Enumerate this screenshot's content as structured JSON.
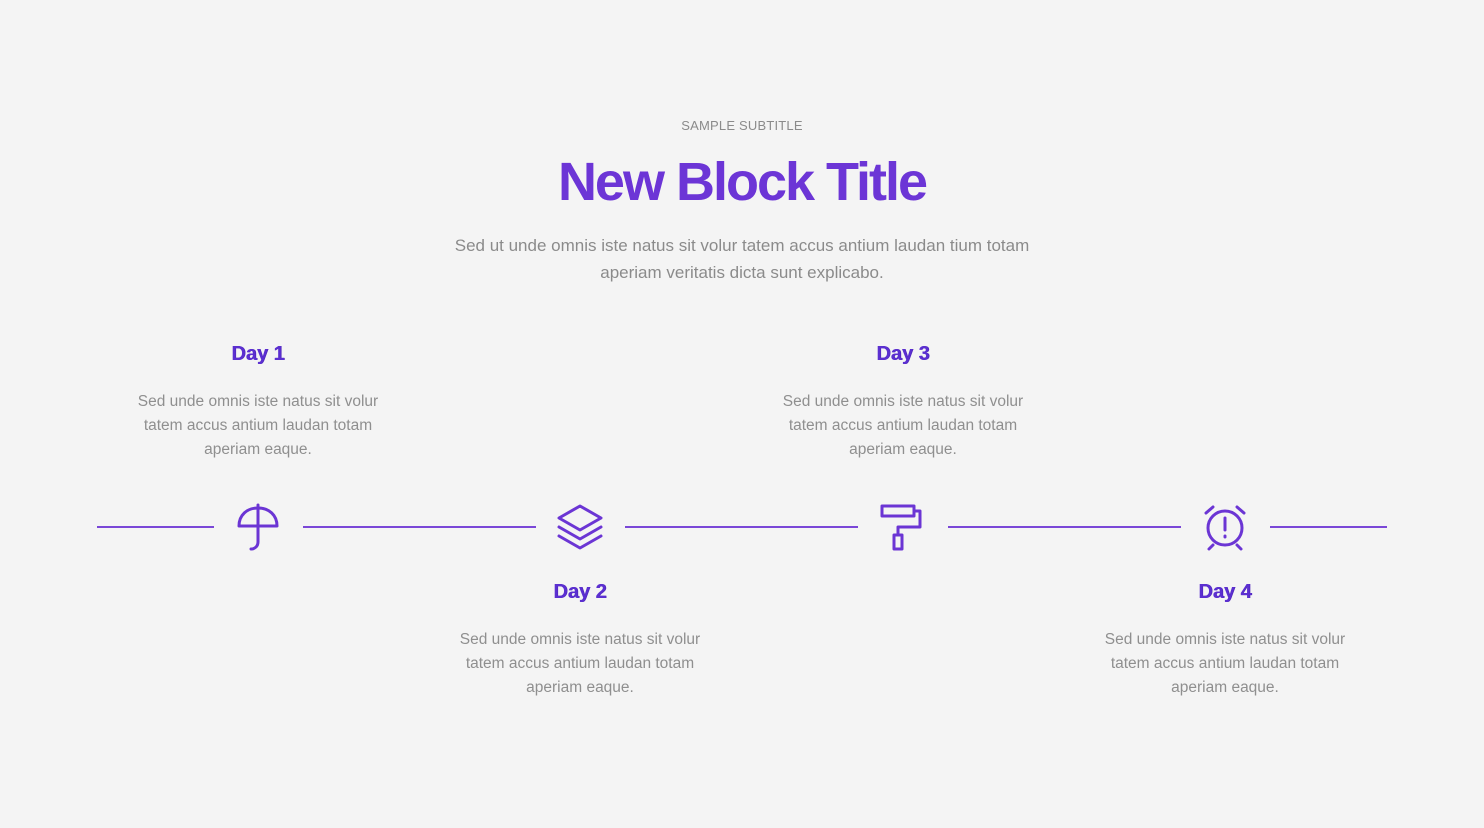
{
  "header": {
    "subtitle": "SAMPLE SUBTITLE",
    "title": "New Block Title",
    "lead": "Sed ut unde omnis iste natus sit volur tatem accus antium laudan tium totam aperiam veritatis dicta sunt explicabo."
  },
  "timeline": [
    {
      "title": "Day 1",
      "text": "Sed unde omnis iste natus sit volur tatem accus antium laudan totam aperiam eaque.",
      "icon": "umbrella-icon"
    },
    {
      "title": "Day 2",
      "text": "Sed unde omnis iste natus sit volur tatem accus antium laudan totam aperiam eaque.",
      "icon": "layers-icon"
    },
    {
      "title": "Day 3",
      "text": "Sed unde omnis iste natus sit volur tatem accus antium laudan totam aperiam eaque.",
      "icon": "paint-roller-icon"
    },
    {
      "title": "Day 4",
      "text": "Sed unde omnis iste natus sit volur tatem accus antium laudan totam aperiam eaque.",
      "icon": "alarm-clock-icon"
    }
  ],
  "colors": {
    "background": "#f4f4f4",
    "accent": "#6c35d6",
    "text": "#8b8b8b"
  }
}
